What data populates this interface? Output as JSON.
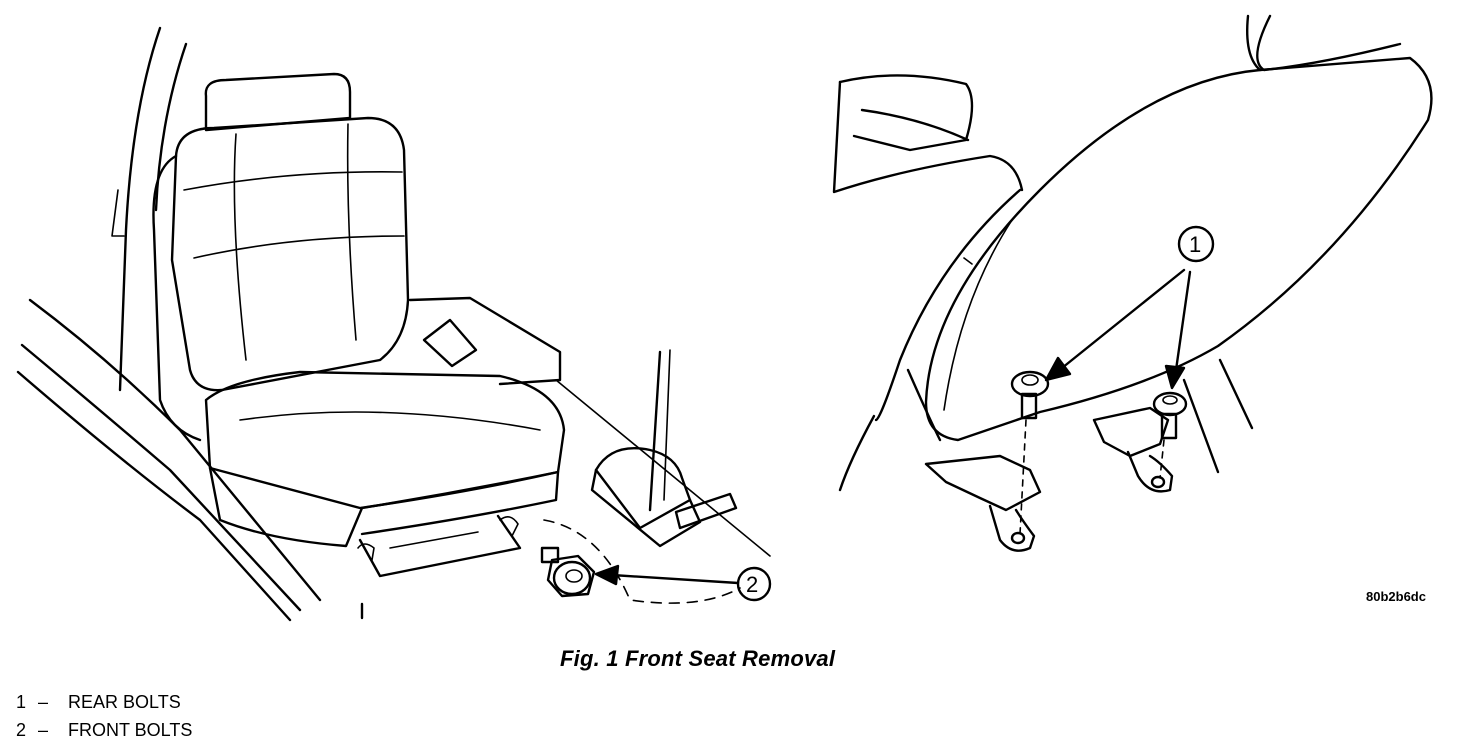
{
  "figure": {
    "caption": "Fig. 1 Front Seat Removal",
    "code": "80b2b6dc"
  },
  "callouts": [
    {
      "number": "1",
      "label": "REAR BOLTS"
    },
    {
      "number": "2",
      "label": "FRONT BOLTS"
    }
  ],
  "legend": {
    "separator": "–",
    "items": [
      {
        "number": "1",
        "label": "REAR BOLTS"
      },
      {
        "number": "2",
        "label": "FRONT BOLTS"
      }
    ]
  }
}
